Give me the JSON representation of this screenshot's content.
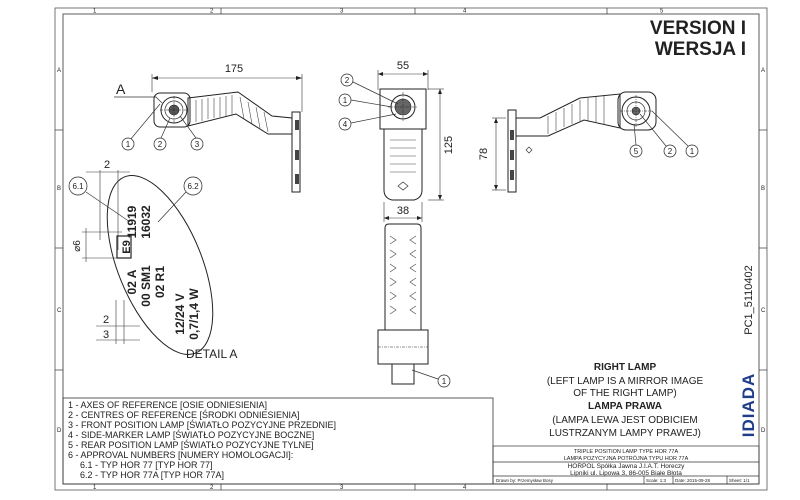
{
  "frame": {
    "col_markers": [
      "1",
      "2",
      "3",
      "4",
      "5"
    ],
    "row_markers": [
      "A",
      "B",
      "C",
      "D"
    ]
  },
  "title": {
    "line1": "VERSION I",
    "line2": "WERSJA I"
  },
  "dims": {
    "overall_length": "175",
    "top_width": "55",
    "height_front": "125",
    "height_right": "78",
    "stem_width": "38",
    "detail_a_letter": "A",
    "d_2": "2",
    "d_6": "⌀6",
    "d_2b": "2",
    "d_3": "3"
  },
  "callouts": {
    "c1": "1",
    "c2": "2",
    "c3": "3",
    "c4": "4",
    "c5": "5",
    "c61": "6.1",
    "c62": "6.2"
  },
  "detail": {
    "label": "DETAIL A",
    "m1": "11919",
    "m2": "16032",
    "m3": "02 A",
    "m4": "00 SM1",
    "m5": "02 R1",
    "m6": "12/24 V",
    "m7": "0,7/1,4 W",
    "e_mark": "E9"
  },
  "right_block": {
    "h1": "RIGHT LAMP",
    "h2": "(LEFT LAMP IS A MIRROR IMAGE",
    "h3": "OF THE RIGHT LAMP)",
    "h4": "LAMPA PRAWA",
    "h5": "(LAMPA LEWA JEST ODBICIEM",
    "h6": "LUSTRZANYM LAMPY PRAWEJ)"
  },
  "legend": [
    "1 - AXES OF REFERENCE [OSIE ODNIESIENIA]",
    "2 - CENTRES OF REFERENCE [ŚRODKI ODNIESIENIA]",
    "3 - FRONT POSITION LAMP [ŚWIATŁO POZYCYJNE PRZEDNIE]",
    "4 - SIDE-MARKER LAMP [ŚWIATŁO POZYCYJNE BOCZNE]",
    "5 - REAR POSITION LAMP [ŚWIATŁO POZYCYJNE TYLNE]",
    "6 - APPROVAL NUMBERS [NUMERY HOMOLOGACJI]:",
    "6.1 - TYP HOR 77 [TYP HOR 77]",
    "6.2 - TYP HOR 77A [TYP HOR 77A]"
  ],
  "title_block": {
    "name1": "TRIPLE POSITION LAMP TYPE HOR 77A",
    "name2": "LAMPA POZYCYJNA POTRÓJNA TYPU HOR 77A",
    "company": "HORPOL Spółka Jawna   J.I.A.T. Horeczy",
    "address1": "Lipniki ul. Lipowa 3, 86-005 Białe Błota",
    "drawn": "Drawn by: Przemysław Bosy",
    "scale": "Scale: 1:3",
    "date": "Date: 2015-09-28",
    "sheet": "Sheet: 1/1"
  },
  "side_code": "PC1_5110402",
  "brand": "IDIADA"
}
